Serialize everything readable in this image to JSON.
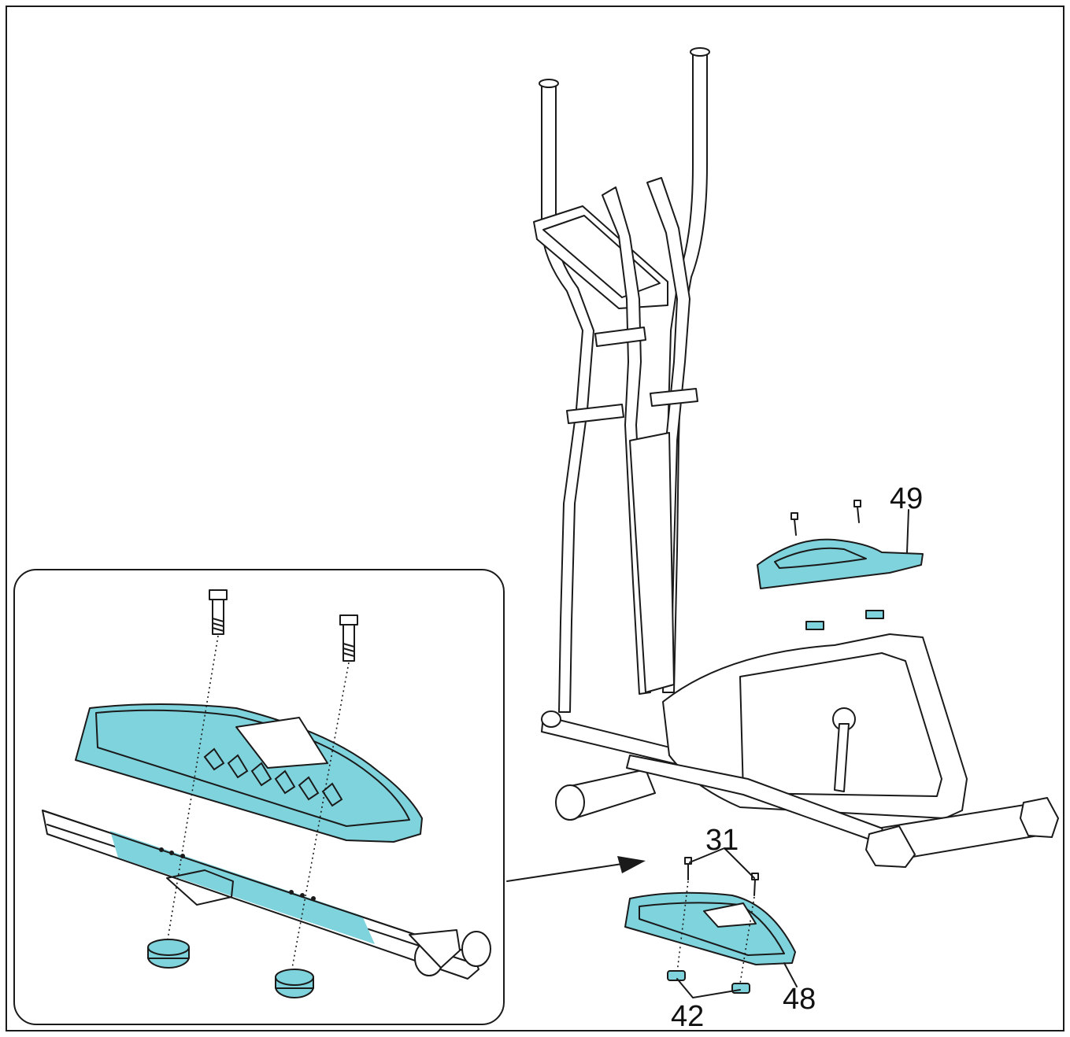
{
  "colors": {
    "highlight": "#7fd3dc",
    "line": "#1a1a1a",
    "background": "#ffffff"
  },
  "callouts": {
    "part_49": "49",
    "part_31": "31",
    "part_48": "48",
    "part_42": "42"
  }
}
